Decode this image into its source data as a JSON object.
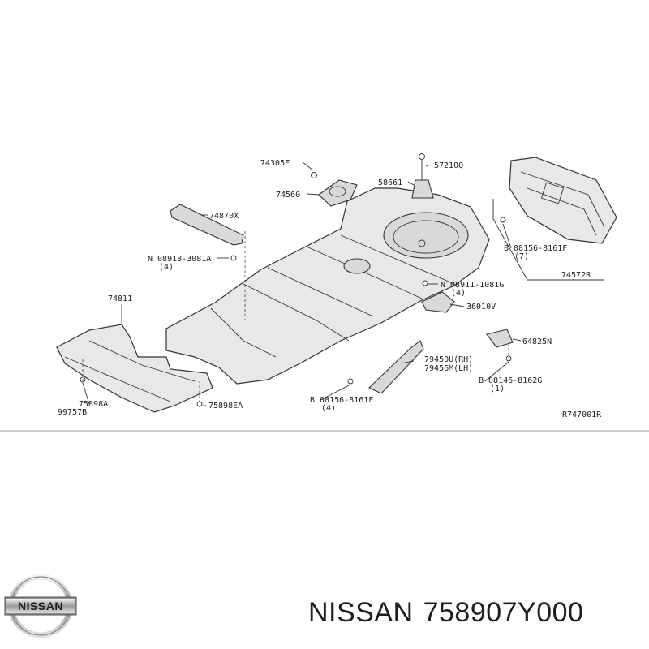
{
  "diagram": {
    "labels": {
      "p74305f": "74305F",
      "p57210q": "57210Q",
      "p58661": "58661",
      "p74560": "74560",
      "p74870x": "74870X",
      "p08918": "N 08918-3081A",
      "p08918q": "(4)",
      "p74811": "74811",
      "p08911": "N 08911-1081G",
      "p08911q": "(4)",
      "p36010v": "36010V",
      "p08156a": "B 08156-8161F",
      "p08156aq": "(7)",
      "p74572r": "74572R",
      "p64825n": "64825N",
      "p79450u": "79450U(RH)",
      "p79456m": "79456M(LH)",
      "p08146": "B 08146-8162G",
      "p08146q": "(1)",
      "p08156b": "B 08156-8161F",
      "p08156bq": "(4)",
      "p75898a": "75898A",
      "p99757b": "99757B",
      "p75898ea": "75898EA",
      "ref": "R747001R"
    }
  },
  "logo": {
    "text": "NISSAN"
  },
  "footer": {
    "brand": "NISSAN",
    "part_number": "758907Y000"
  }
}
